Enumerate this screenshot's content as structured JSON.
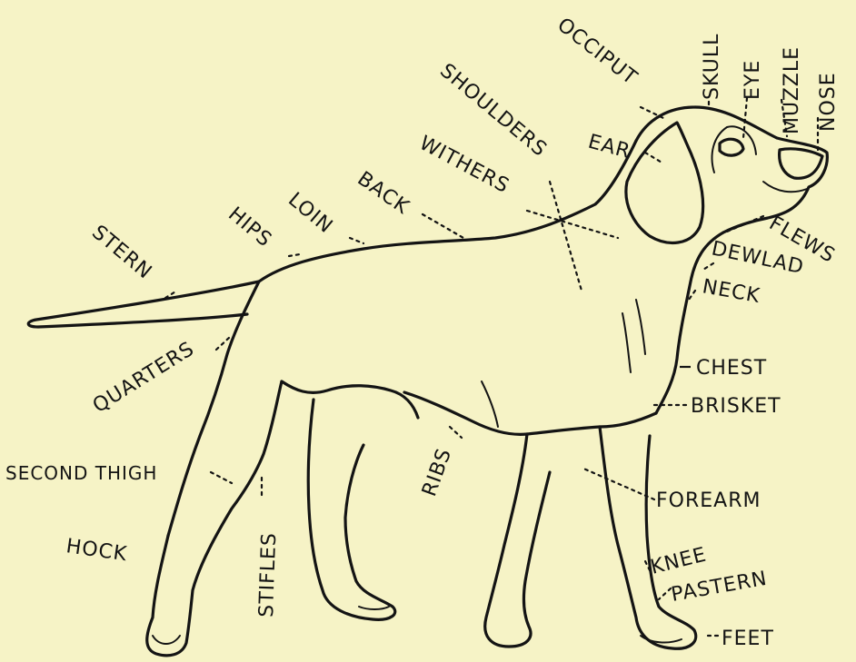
{
  "labels": {
    "occiput": "OCCIPUT",
    "skull": "SKULL",
    "eye": "EYE",
    "muzzle": "MUZZLE",
    "nose": "NOSE",
    "shoulders": "SHOULDERS",
    "ear": "EAR",
    "withers": "WITHERS",
    "back": "BACK",
    "loin": "LOIN",
    "hips": "HIPS",
    "stern": "STERN",
    "flews": "FLEWS",
    "dewlad": "DEWLAD",
    "neck": "NECK",
    "chest": "CHEST",
    "brisket": "BRISKET",
    "quarters": "QUARTERS",
    "ribs": "RIBS",
    "second_thigh": "SECOND THIGH",
    "forearm": "FOREARM",
    "hock": "HOCK",
    "stifles": "STIFLES",
    "knee": "KNEE",
    "pastern": "PASTERN",
    "feet": "FEET"
  },
  "colors": {
    "paper": "#f6f3c6",
    "ink": "#141414"
  }
}
